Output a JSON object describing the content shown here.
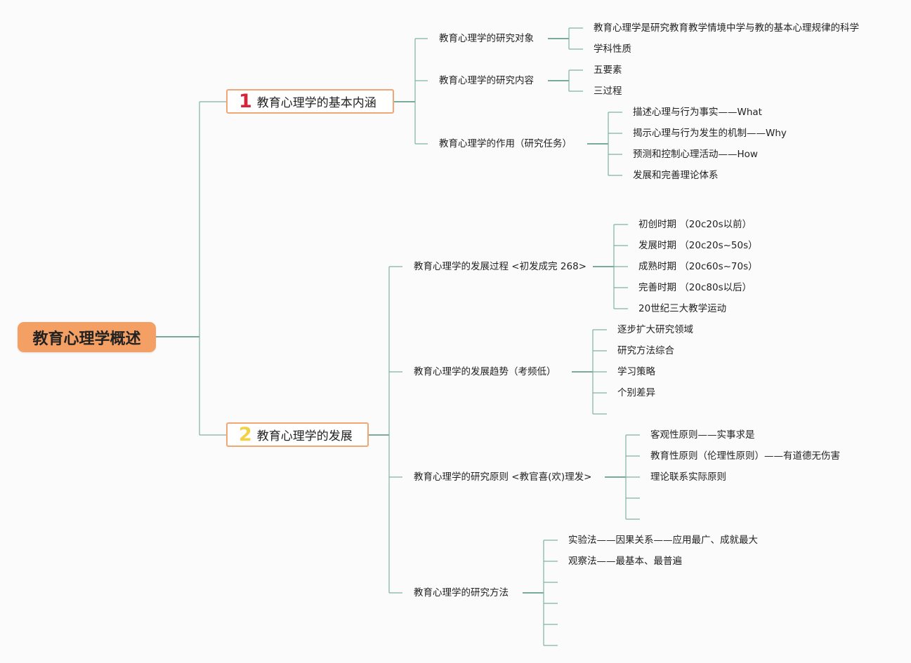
{
  "root": {
    "label": "教育心理学概述"
  },
  "branches": [
    {
      "number": "1",
      "label": "教育心理学的基本内涵",
      "children": [
        {
          "label": "教育心理学的研究对象",
          "leaves": [
            "教育心理学是研究教育教学情境中学与教的基本心理规律的科学",
            "学科性质"
          ]
        },
        {
          "label": "教育心理学的研究内容",
          "leaves": [
            "五要素",
            "三过程"
          ]
        },
        {
          "label": "教育心理学的作用（研究任务）",
          "leaves": [
            "描述心理与行为事实——What",
            "揭示心理与行为发生的机制——Why",
            "预测和控制心理活动——How",
            "发展和完善理论体系"
          ]
        }
      ]
    },
    {
      "number": "2",
      "label": "教育心理学的发展",
      "children": [
        {
          "label": "教育心理学的发展过程 <初发成完 268>",
          "leaves": [
            "初创时期 （20c20s以前）",
            "发展时期 （20c20s~50s）",
            "成熟时期 （20c60s~70s）",
            "完善时期 （20c80s以后）",
            "20世纪三大教学运动"
          ]
        },
        {
          "label": "教育心理学的发展趋势（考频低）",
          "leaves": [
            "逐步扩大研究领域",
            "研究方法综合",
            "学习策略",
            "个别差异",
            ""
          ]
        },
        {
          "label": "教育心理学的研究原则 <教官喜(欢)理发>",
          "leaves": [
            "客观性原则——实事求是",
            "教育性原则（伦理性原则）——有道德无伤害",
            "理论联系实际原则",
            "",
            ""
          ]
        },
        {
          "label": "教育心理学的研究方法",
          "leaves": [
            "实验法——因果关系——应用最广、成就最大",
            "观察法——最基本、最普遍",
            "",
            "",
            "",
            ""
          ]
        }
      ]
    }
  ],
  "colors": {
    "root_fill": "#f4a064",
    "main_border": "#f0a774",
    "connector": "#7fb3a3",
    "number_1": "#d6253a",
    "number_2": "#f2d146"
  }
}
